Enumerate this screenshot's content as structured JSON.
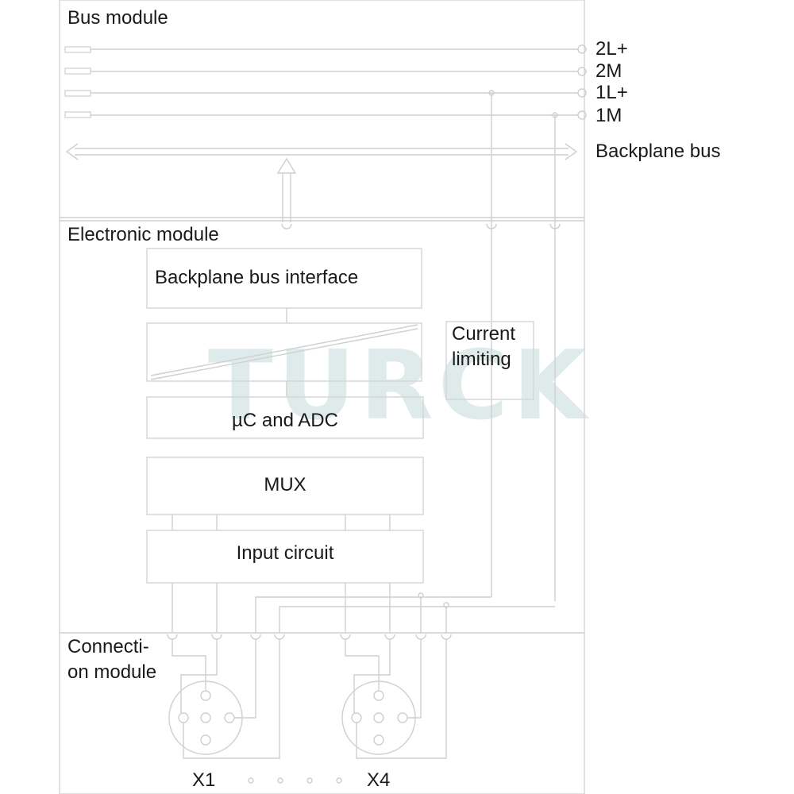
{
  "sections": {
    "bus_module": "Bus module",
    "electronic_module": "Electronic module",
    "connection_module_line1": "Connecti-",
    "connection_module_line2": "on module"
  },
  "rails": {
    "r1": "2L+",
    "r2": "2M",
    "r3": "1L+",
    "r4": "1M",
    "backplane": "Backplane bus"
  },
  "blocks": {
    "bus_interface": "Backplane bus interface",
    "current_limiting_line1": "Current",
    "current_limiting_line2": "limiting",
    "uc_adc": "µC and ADC",
    "mux": "MUX",
    "input_circuit": "Input circuit"
  },
  "connectors": {
    "x1": "X1",
    "x4": "X4"
  },
  "watermark": "TURCK"
}
